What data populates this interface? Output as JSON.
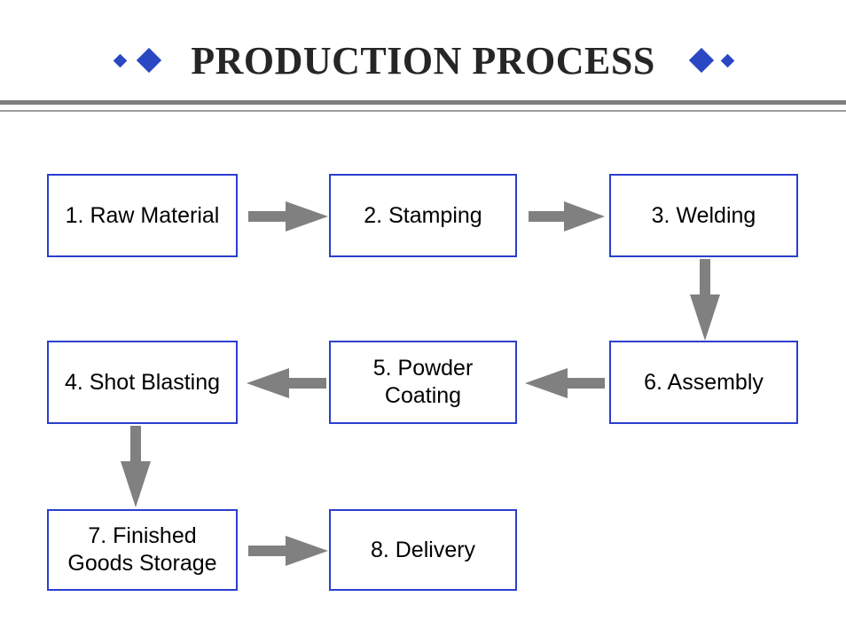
{
  "slide": {
    "title": "PRODUCTION PROCESS",
    "background_color": "#FFFFFF",
    "title_color": "#262626",
    "accent_color": "#2A47C4",
    "box_border_color": "#2A3FD0",
    "arrow_color": "#808080",
    "divider_color": "#7F7F7F"
  },
  "decorations": [
    {
      "name": "diamond-left-small",
      "size": "small",
      "side": "left"
    },
    {
      "name": "diamond-left-large",
      "size": "large",
      "side": "left"
    },
    {
      "name": "diamond-right-large",
      "size": "large",
      "side": "right"
    },
    {
      "name": "diamond-right-small",
      "size": "small",
      "side": "right"
    }
  ],
  "flowchart": {
    "steps": [
      {
        "number": "1",
        "label": "1. Raw Material",
        "line1": "1. Raw Material",
        "line2": ""
      },
      {
        "number": "2",
        "label": "2. Stamping",
        "line1": "2. Stamping",
        "line2": ""
      },
      {
        "number": "3",
        "label": "3. Welding",
        "line1": "3. Welding",
        "line2": ""
      },
      {
        "number": "4",
        "label": "4. Shot Blasting",
        "line1": "4. Shot Blasting",
        "line2": ""
      },
      {
        "number": "5",
        "label": "5. Powder Coating",
        "line1": "5. Powder",
        "line2": "Coating"
      },
      {
        "number": "6",
        "label": "6. Assembly",
        "line1": "6. Assembly",
        "line2": ""
      },
      {
        "number": "7",
        "label": "7. Finished Goods Storage",
        "line1": "7. Finished",
        "line2": "Goods Storage"
      },
      {
        "number": "8",
        "label": "8. Delivery",
        "line1": "8. Delivery",
        "line2": ""
      }
    ],
    "connections": [
      {
        "from": "1",
        "to": "2",
        "direction": "right"
      },
      {
        "from": "2",
        "to": "3",
        "direction": "right"
      },
      {
        "from": "3",
        "to": "6",
        "direction": "down"
      },
      {
        "from": "6",
        "to": "5",
        "direction": "left"
      },
      {
        "from": "5",
        "to": "4",
        "direction": "left"
      },
      {
        "from": "4",
        "to": "7",
        "direction": "down"
      },
      {
        "from": "7",
        "to": "8",
        "direction": "right"
      }
    ]
  }
}
